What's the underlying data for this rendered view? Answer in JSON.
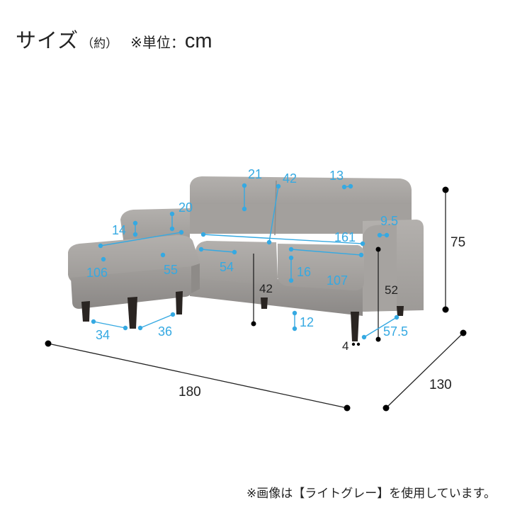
{
  "header": {
    "title": "サイズ",
    "approx": "（約）",
    "unit_label": "※単位：",
    "unit": "cm"
  },
  "footnote": "※画像は【ライトグレー】を使用しています。",
  "dimensions": {
    "outer_width": "180",
    "outer_depth": "130",
    "outer_height": "75",
    "seat_height": "42",
    "arm_height": "52",
    "back_height": "21",
    "back_depth": "42",
    "back_cushion_depth": "13",
    "seat_inner_width": "161",
    "arm_width": "9.5",
    "seat_inner_depth": "54",
    "cushion_thickness": "16",
    "seat_cushion_width": "107",
    "leg_height": "12",
    "leg_width": "4",
    "under_clearance": "57.5",
    "stool_cushion_thickness": "20",
    "stool_arm_thickness": "14",
    "stool_width": "106",
    "stool_depth": "55",
    "stool_leg_span": "34",
    "stool_leg_depth": "36"
  },
  "colors": {
    "accent": "#35a9e2",
    "sofa_fabric": "#a9a6a3",
    "leg": "#2a2522",
    "text": "#222222"
  }
}
